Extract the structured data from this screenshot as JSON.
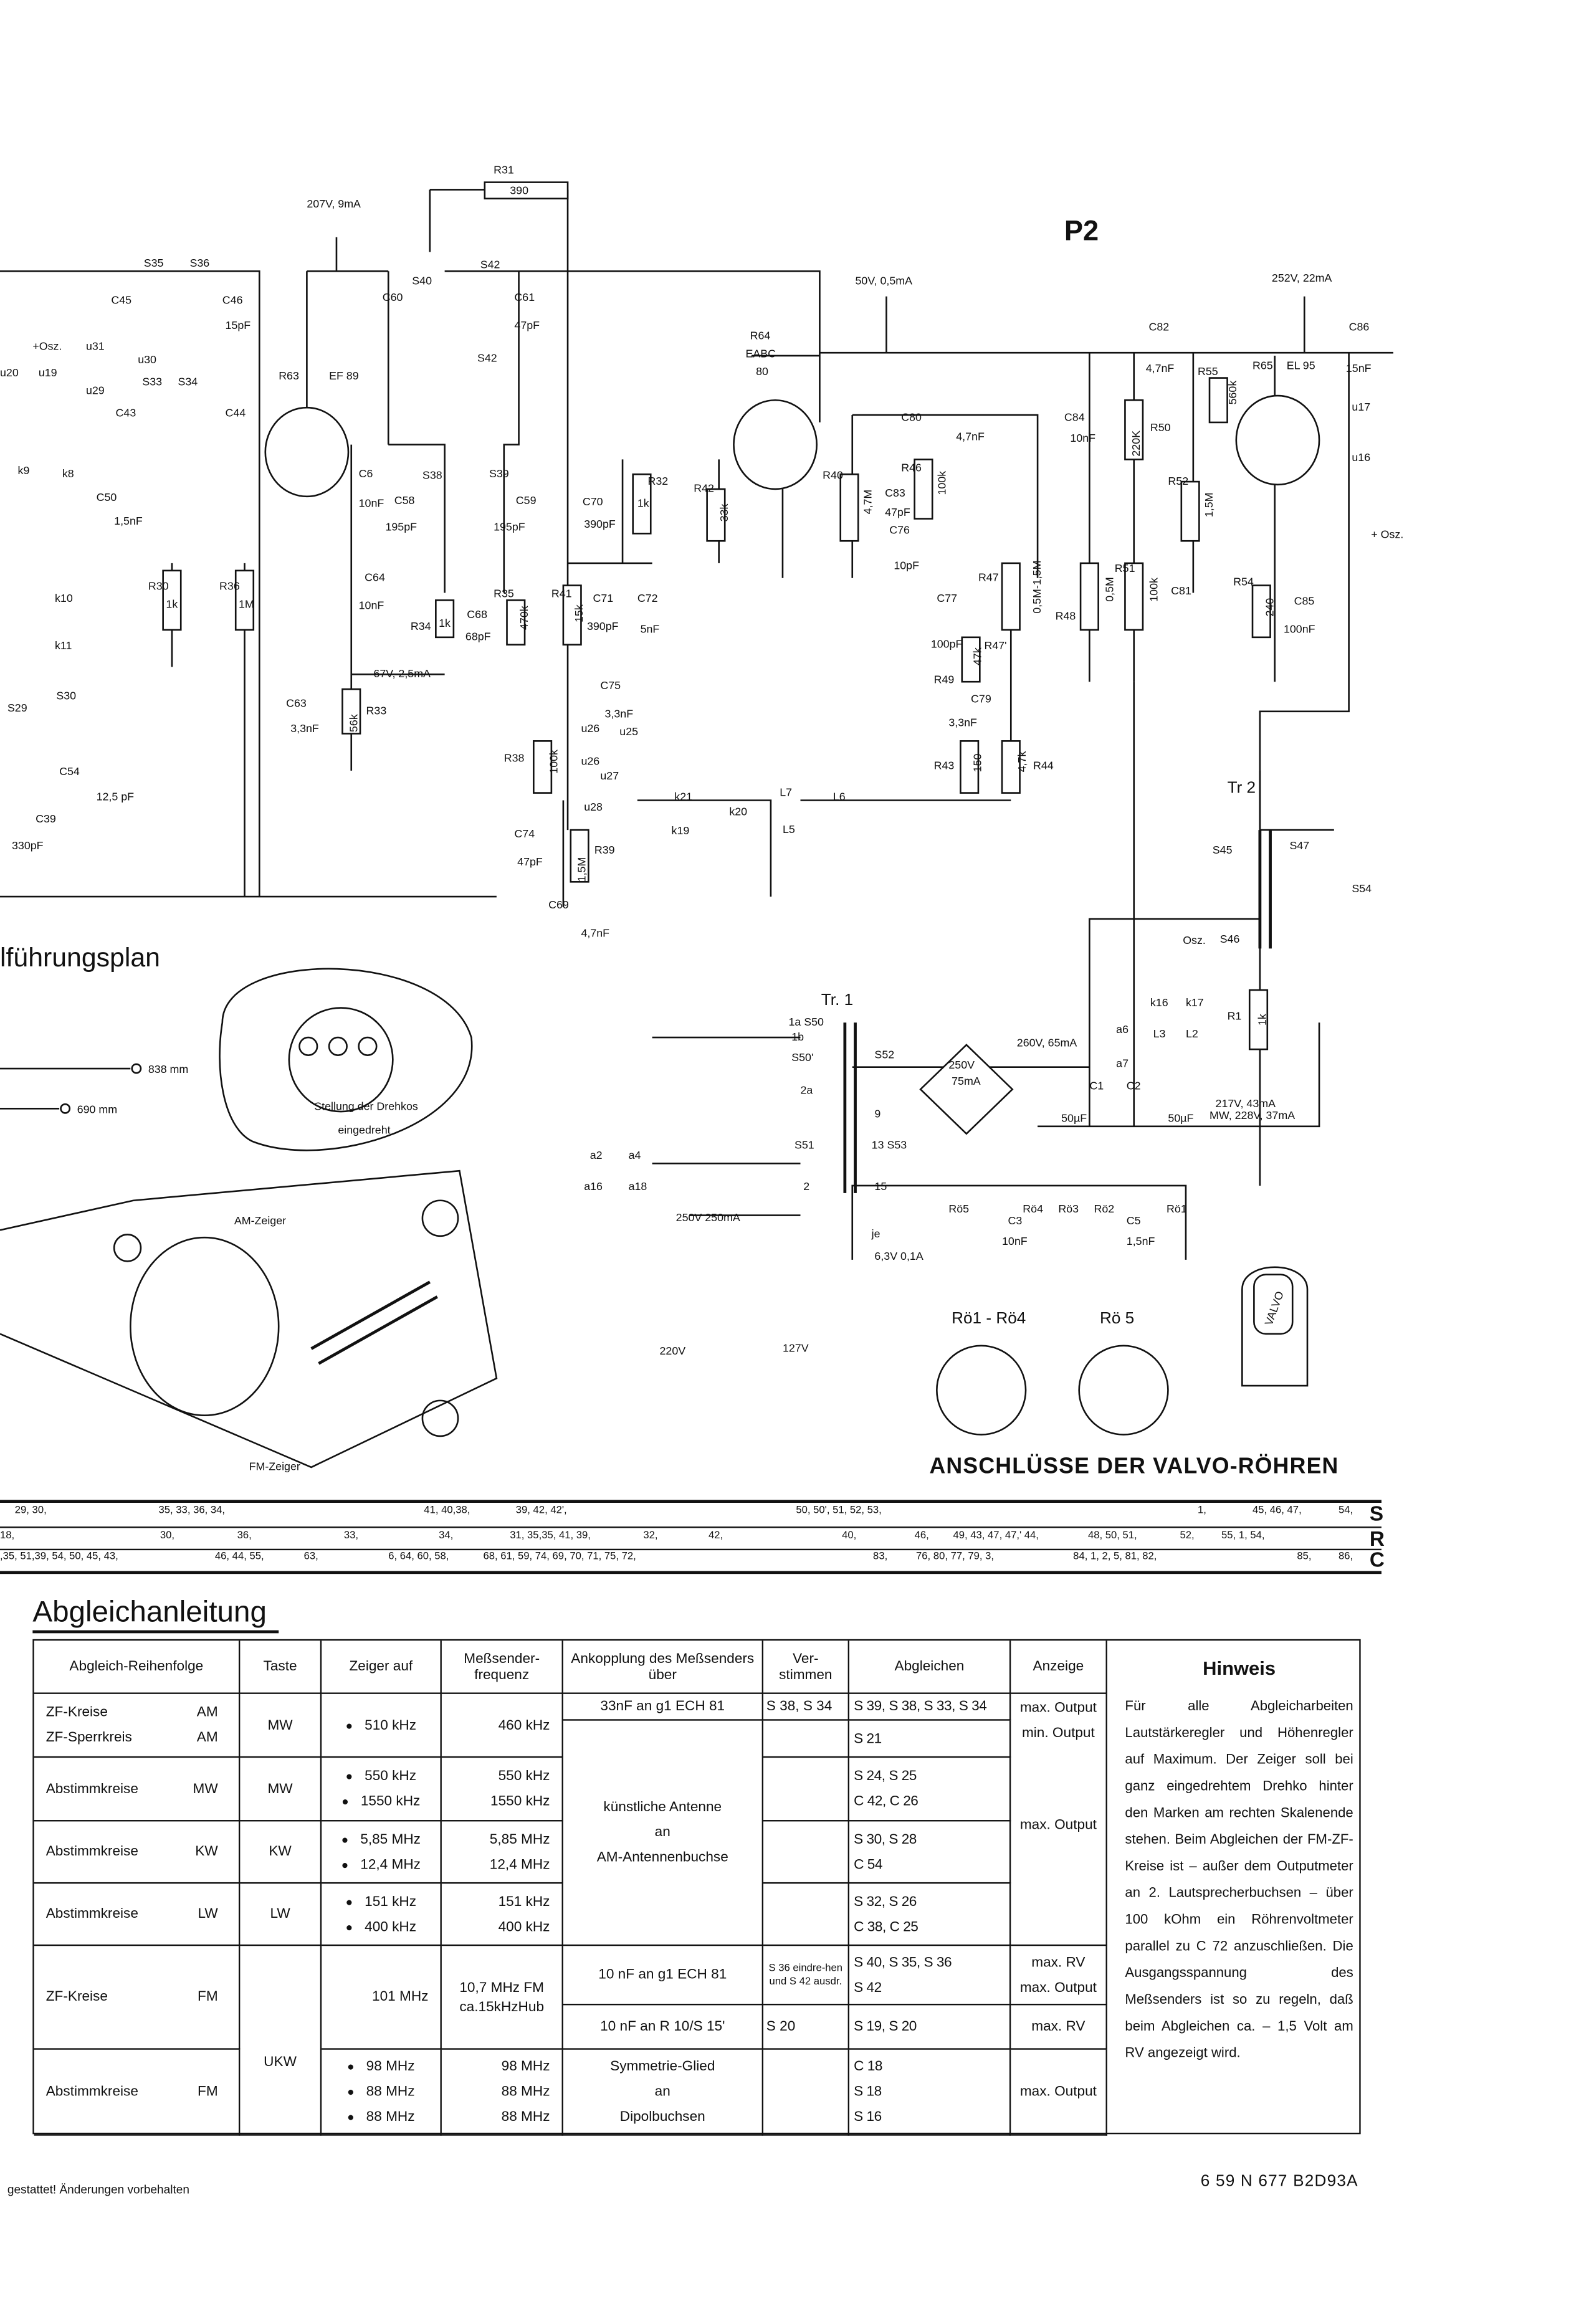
{
  "schematic": {
    "labels": [
      "R31",
      "390",
      "207V, 9mA",
      "P2",
      "50V, 0,5mA",
      "252V, 22mA",
      "S35",
      "S36",
      "C45",
      "C46",
      "15pF",
      "S33",
      "S34",
      "C43",
      "C44",
      "u30",
      "u29",
      "u31",
      "+Osz.",
      "u20",
      "u19",
      "R63",
      "EF 89",
      "C60",
      "S40",
      "S42",
      "C61",
      "47pF",
      "S42",
      "R64",
      "EABC",
      "80",
      "C82",
      "4,7nF",
      "R55",
      "R65",
      "EL 95",
      "C86",
      "15nF",
      "u17",
      "u16",
      "+ Osz.",
      "C80",
      "4,7nF",
      "C84",
      "10nF",
      "R50",
      "220K",
      "560k",
      "R52",
      "1,5M",
      "R40",
      "4,7M",
      "R46",
      "100k",
      "C83",
      "47pF",
      "C76",
      "10pF",
      "R47",
      "0,5M-1,5M",
      "R48",
      "0,5M",
      "R51",
      "100k",
      "C81",
      "R54",
      "240",
      "C85",
      "100nF",
      "C77",
      "100pF",
      "R47'",
      "R49",
      "47k",
      "C79",
      "3,3nF",
      "R43",
      "150",
      "R44",
      "4,7k",
      "R32",
      "1k",
      "R42",
      "33k",
      "C70",
      "390pF",
      "R41",
      "15k",
      "R35",
      "470k",
      "C71",
      "390pF",
      "C72",
      "5nF",
      "C68",
      "68pF",
      "R34",
      "1k",
      "C63",
      "3,3nF",
      "R33",
      "56k",
      "67V, 2,5mA",
      "C64",
      "10nF",
      "C6",
      "10nF",
      "C58",
      "195pF",
      "S38",
      "S39",
      "C59",
      "195pF",
      "R30",
      "1k",
      "R36",
      "1M",
      "C50",
      "1,5nF",
      "k9",
      "k8",
      "k10",
      "k11",
      "S29",
      "S30",
      "C54",
      "12,5 pF",
      "C39",
      "330pF",
      "C75",
      "3,3nF",
      "u26",
      "u25",
      "u26",
      "u27",
      "u28",
      "R38",
      "100k",
      "C74",
      "47pF",
      "R39",
      "1,5M",
      "C69",
      "4,7nF",
      "k21",
      "k20",
      "L7",
      "L6",
      "L5",
      "k19",
      "Tr 2",
      "S45",
      "S47",
      "S54",
      "S46",
      "Osz.",
      "k16",
      "k17",
      "L3",
      "L2",
      "R1",
      "1k",
      "a6",
      "a7",
      "C1",
      "C2",
      "50µF",
      "50µF",
      "217V, 43mA",
      "MW, 228V, 37mA",
      "260V, 65mA",
      "250V",
      "75mA",
      "Tr. 1",
      "1a  S50",
      "1b",
      "S50'",
      "S52",
      "2a",
      "S51",
      "13  S53",
      "15",
      "9",
      "2",
      "250V  250mA",
      "a2",
      "a4",
      "a16",
      "a18",
      "Rö5",
      "Rö4",
      "Rö3",
      "Rö2",
      "Rö1",
      "C3",
      "10nF",
      "C5",
      "1,5nF",
      "je",
      "6,3V  0,1A",
      "220V",
      "127V",
      "Rö1 - Rö4",
      "Rö 5",
      "ANSCHLÜSSE DER VALVO-RÖHREN",
      "VALVO",
      "lführungsplan",
      "838 mm",
      "690 mm",
      "Stellung der Drehkos",
      "eingedreht",
      "AM-Zeiger",
      "FM-Zeiger"
    ]
  },
  "references": {
    "S": {
      "letter": "S",
      "items": [
        "29, 30,",
        "35, 33, 36, 34,",
        "41, 40,38,",
        "39, 42, 42',",
        "50, 50', 51, 52, 53,",
        "1,",
        "45, 46, 47,",
        "54,"
      ]
    },
    "R": {
      "letter": "R",
      "items": [
        "18,",
        "30,",
        "36,",
        "33,",
        "34,",
        "31, 35,35, 41, 39,",
        "32,",
        "42,",
        "40,",
        "46,",
        "49, 43, 47, 47,' 44,",
        "48, 50, 51,",
        "52,",
        "55, 1, 54,"
      ]
    },
    "C": {
      "letter": "C",
      "items": [
        ",35, 51,39, 54, 50, 45, 43,",
        "46, 44, 55,",
        "63,",
        "6, 64, 60, 58,",
        "68, 61, 59, 74, 69, 70, 71, 75, 72,",
        "83,",
        "76, 80, 77, 79, 3,",
        "84, 1, 2, 5, 81, 82,",
        "85,",
        "86,"
      ]
    }
  },
  "alignment": {
    "title": "Abgleichanleitung",
    "headers": [
      "Abgleich-Reihenfolge",
      "Taste",
      "Zeiger auf",
      "Meßsender-frequenz",
      "Ankopplung des Meßsenders über",
      "Ver-stimmen",
      "Abgleichen",
      "Anzeige"
    ],
    "rows": {
      "zf_am": {
        "l1": "ZF-Kreise",
        "b1": "AM",
        "l2": "ZF-Sperrkreis",
        "b2": "AM",
        "taste": "MW",
        "zeiger": "510 kHz",
        "freq": "460 kHz",
        "ank": "33nF an g1 ECH 81",
        "verst": "S 38, S 34",
        "abg1": "S 39, S 38, S 33, S 34",
        "abg2": "S 21",
        "anz1": "max. Output",
        "anz2": "min. Output"
      },
      "mw": {
        "label": "Abstimmkreise",
        "band": "MW",
        "taste": "MW",
        "z1": "550 kHz",
        "z2": "1550 kHz",
        "f1": "550 kHz",
        "f2": "1550 kHz",
        "abg1": "S 24, S 25",
        "abg2": "C 42, C 26"
      },
      "kw": {
        "label": "Abstimmkreise",
        "band": "KW",
        "taste": "KW",
        "z1": "5,85 MHz",
        "z2": "12,4 MHz",
        "f1": "5,85 MHz",
        "f2": "12,4 MHz",
        "abg1": "S 30, S 28",
        "abg2": "C 54"
      },
      "lw": {
        "label": "Abstimmkreise",
        "band": "LW",
        "taste": "LW",
        "z1": "151 kHz",
        "z2": "400 kHz",
        "f1": "151 kHz",
        "f2": "400 kHz",
        "abg1": "S 32, S 26",
        "abg2": "C 38, C 25"
      },
      "am_ank": {
        "l1": "künstliche Antenne",
        "l2": "an",
        "l3": "AM-Antennenbuchse"
      },
      "am_anz": "max. Output",
      "zf_fm": {
        "label": "ZF-Kreise",
        "band": "FM",
        "taste": "UKW",
        "zeiger": "101 MHz",
        "f1": "10,7 MHz FM",
        "f2": "ca.15kHzHub",
        "ank1": "10 nF an g1 ECH 81",
        "ank2": "10 nF an R 10/S 15'",
        "verst1": "S 36 eindre-hen und S 42 ausdr.",
        "verst2": "S 20",
        "abg1a": "S 40, S 35, S 36",
        "abg1b": "S 42",
        "abg2": "S 19, S 20",
        "anz1a": "max. RV",
        "anz1b": "max. Output",
        "anz2": "max. RV"
      },
      "fm": {
        "label": "Abstimmkreise",
        "band": "FM",
        "z1": "98 MHz",
        "z2": "88 MHz",
        "z3": "88 MHz",
        "f1": "98 MHz",
        "f2": "88 MHz",
        "f3": "88 MHz",
        "ank1": "Symmetrie-Glied",
        "ank2": "an",
        "ank3": "Dipolbuchsen",
        "abg1": "C 18",
        "abg2": "S 18",
        "abg3": "S 16",
        "anz": "max. Output"
      }
    },
    "hinweis": {
      "title": "Hinweis",
      "text": "Für alle Abgleicharbeiten Lautstärkeregler und Höhenregler auf Maximum. Der Zeiger soll bei ganz eingedrehtem Drehko hinter den Marken am rechten Skalenende stehen. Beim Abgleichen der FM-ZF-Kreise ist – außer dem Outputmeter an 2. Lautsprecherbuchsen – über 100 kOhm ein Röhrenvoltmeter parallel zu C 72 anzuschließen. Die Ausgangsspannung des Meßsenders ist so zu regeln, daß beim Abgleichen ca. – 1,5 Volt am RV angezeigt wird."
    }
  },
  "footer": {
    "left": "gestattet! Änderungen vorbehalten",
    "right": "6 59   N 677   B2D93A"
  }
}
